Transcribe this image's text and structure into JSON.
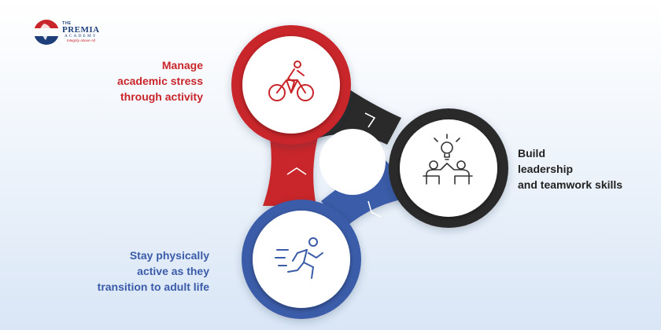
{
  "logo": {
    "the": "THE",
    "name": "PREMIA",
    "sub": "ACADEMY",
    "tagline": "Integrity Above All"
  },
  "captions": {
    "top_left": [
      "Manage",
      "academic stress",
      "through activity"
    ],
    "right": [
      "Build",
      "leadership",
      "and teamwork skills"
    ],
    "bottom_left": [
      "Stay physically",
      "active as they",
      "transition to adult life"
    ]
  },
  "icons": {
    "top": "cyclist-icon",
    "right": "teamwork-lightbulb-icon",
    "bottom": "runner-icon"
  },
  "colors": {
    "red": "#c8262b",
    "dark": "#2a2a2a",
    "blue": "#3a5ba8",
    "background_top": "#ffffff",
    "background_bottom": "#d9e6f6"
  }
}
